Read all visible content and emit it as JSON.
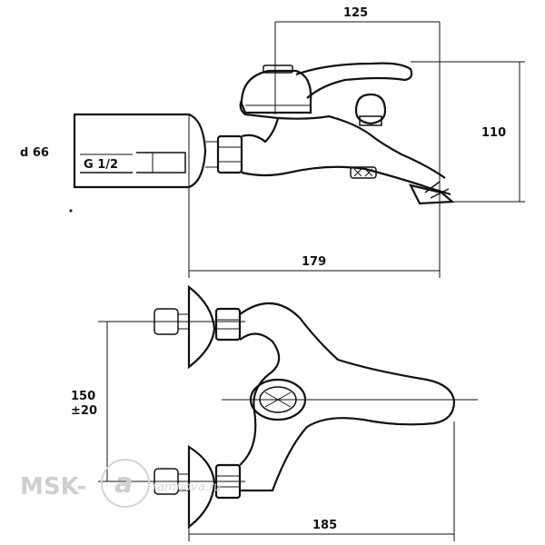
{
  "drawing": {
    "top_view": {
      "dim_width": "125",
      "dim_height": "110",
      "dim_length": "179",
      "dim_diameter": "d 66",
      "thread_label": "G 1/2"
    },
    "bottom_view": {
      "dim_centers": "150",
      "dim_tolerance": "±20",
      "dim_length": "185"
    }
  },
  "watermark": {
    "brand": "MSK-",
    "domain": "ramnova.ru"
  }
}
